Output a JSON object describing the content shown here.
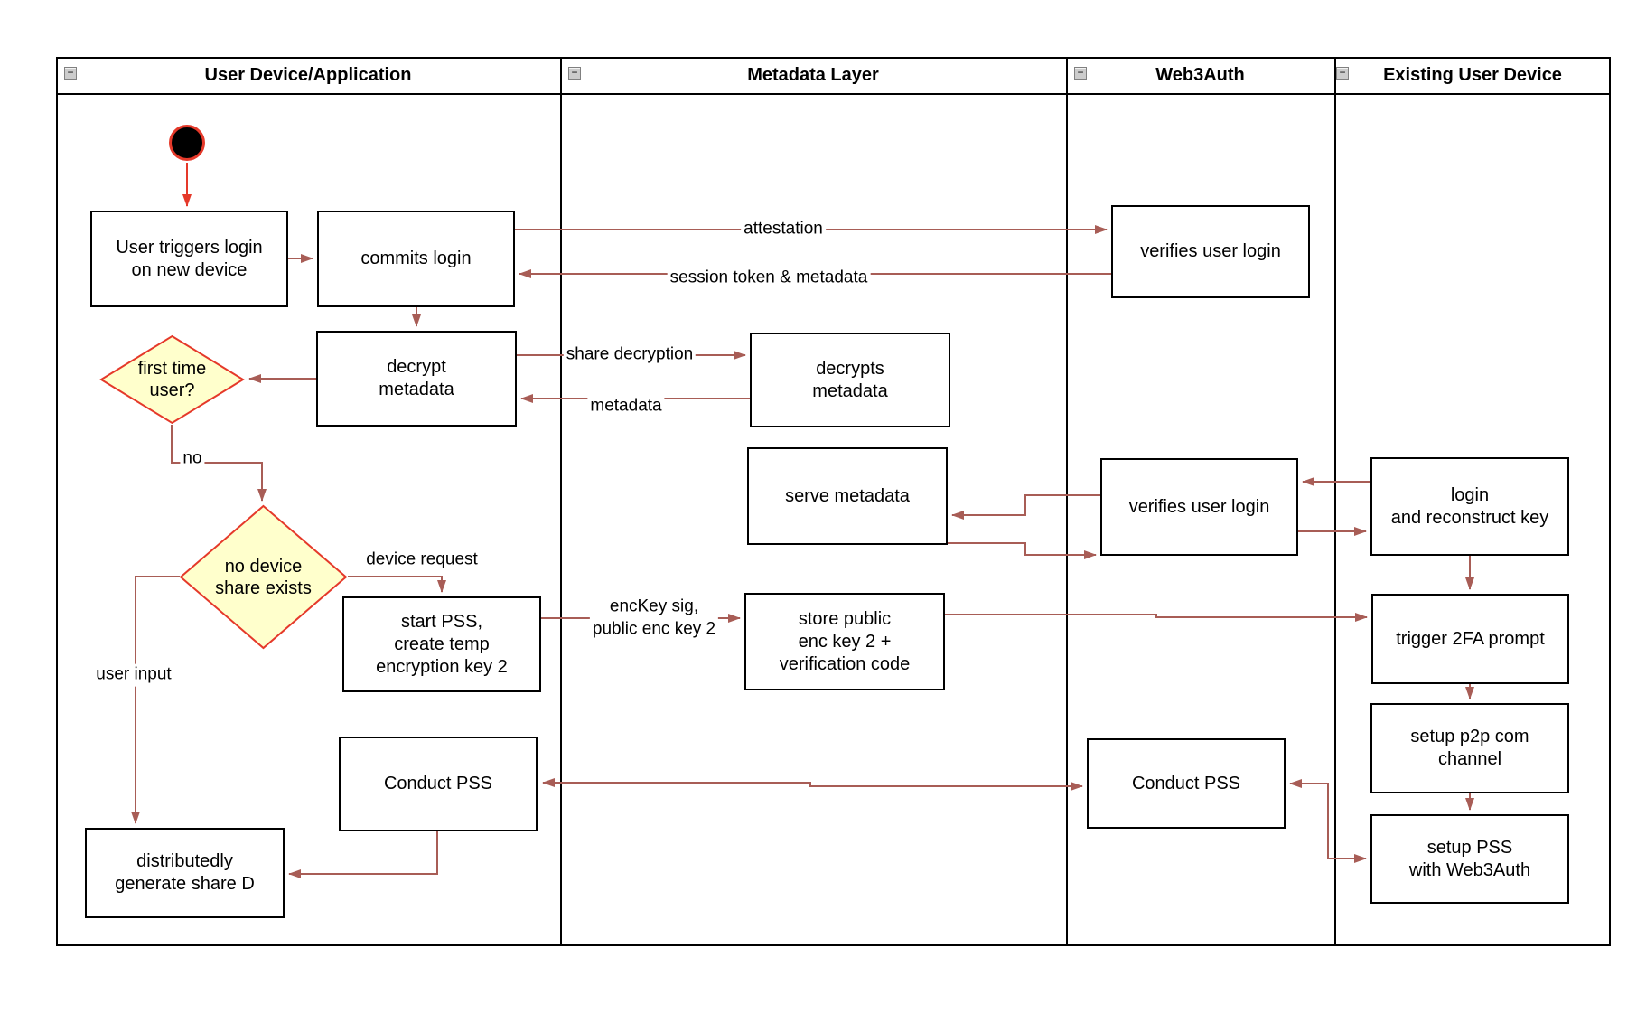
{
  "colors": {
    "connector": "#a85d56",
    "accent_red": "#e5392a",
    "diamond_fill": "#ffffcc",
    "shape_border": "#000000",
    "frame_border": "#000000",
    "collapse_icon_bg": "#cccccc",
    "background": "#ffffff"
  },
  "collapse_glyph": "−",
  "lanes": [
    {
      "title": "User Device/Application"
    },
    {
      "title": "Metadata Layer"
    },
    {
      "title": "Web3Auth"
    },
    {
      "title": "Existing User Device"
    }
  ],
  "nodes": {
    "user_triggers": "User triggers login\non new device",
    "commits_login": "commits login",
    "decrypt_metadata": "decrypt\nmetadata",
    "first_time_user": "first time\nuser?",
    "no_device_share": "no device\nshare exists",
    "start_pss": "start PSS,\ncreate temp\nencryption key 2",
    "conduct_pss_user": "Conduct PSS",
    "distributedly_generate": "distributedly\ngenerate share D",
    "decrypts_metadata": "decrypts\nmetadata",
    "serve_metadata": "serve metadata",
    "store_public": "store public\nenc key 2 +\nverification code",
    "verifies_user_login_1": "verifies user login",
    "verifies_user_login_2": "verifies user login",
    "conduct_pss_web3auth": "Conduct PSS",
    "login_reconstruct": "login\nand reconstruct key",
    "trigger_2fa": "trigger 2FA prompt",
    "setup_p2p": "setup p2p com\nchannel",
    "setup_pss": "setup PSS\nwith Web3Auth"
  },
  "edge_labels": {
    "attestation": "attestation",
    "session_token": "session token & metadata",
    "share_decryption": "share decryption",
    "metadata": "metadata",
    "no": "no",
    "device_request": "device request",
    "enckey": "encKey sig,\npublic enc key 2",
    "user_input": "user input"
  }
}
